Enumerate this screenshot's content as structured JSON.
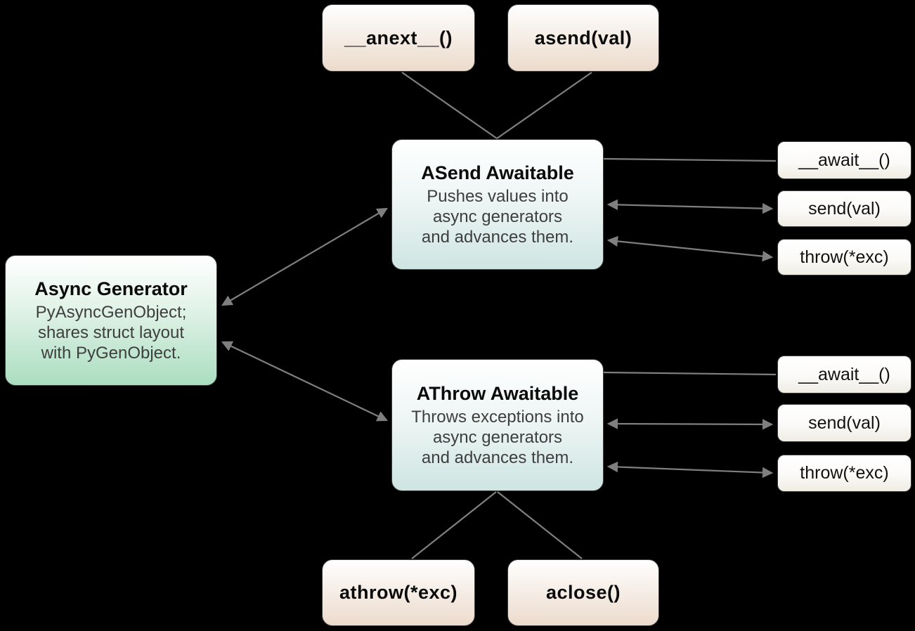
{
  "diagram": {
    "background_color": "#000000",
    "connector_color": "#7f7f7f",
    "colors": {
      "method_box_gradient_bottom": "#ecdbcc",
      "generator_box_gradient_bottom": "#abdec0",
      "awaitable_box_gradient_bottom": "#cee5e2",
      "small_box_gradient_bottom": "#efece3",
      "box_border": "#3d3d3d",
      "title_text": "#0a0a0a",
      "body_text": "#3e3e3e"
    },
    "nodes": {
      "anext_method": {
        "label": "__anext__()"
      },
      "asend_method": {
        "label": "asend(val)"
      },
      "asend_awaitable": {
        "title": "ASend Awaitable",
        "description": "Pushes values into\nasync generators\nand advances them."
      },
      "async_generator": {
        "title": "Async Generator",
        "description": "PyAsyncGenObject;\nshares struct layout\nwith PyGenObject."
      },
      "athrow_awaitable": {
        "title": "AThrow Awaitable",
        "description": "Throws exceptions into\nasync generators\nand advances them."
      },
      "athrow_method": {
        "label": "athrow(*exc)"
      },
      "aclose_method": {
        "label": "aclose()"
      },
      "asend_await_method": {
        "label": "__await__()"
      },
      "asend_send_method": {
        "label": "send(val)"
      },
      "asend_throw_method": {
        "label": "throw(*exc)"
      },
      "athrow_await_method": {
        "label": "__await__()"
      },
      "athrow_send_method": {
        "label": "send(val)"
      },
      "athrow_throw_method": {
        "label": "throw(*exc)"
      }
    },
    "connectors": [
      {
        "from": "__anext__()",
        "to": "ASend Awaitable",
        "arrows": "none"
      },
      {
        "from": "asend(val)",
        "to": "ASend Awaitable",
        "arrows": "none"
      },
      {
        "from": "Async Generator",
        "to": "ASend Awaitable",
        "arrows": "both"
      },
      {
        "from": "Async Generator",
        "to": "AThrow Awaitable",
        "arrows": "both"
      },
      {
        "from": "ASend Awaitable",
        "to": "__await__()",
        "arrows": "none"
      },
      {
        "from": "ASend Awaitable",
        "to": "send(val)",
        "arrows": "both"
      },
      {
        "from": "ASend Awaitable",
        "to": "throw(*exc)",
        "arrows": "both"
      },
      {
        "from": "AThrow Awaitable",
        "to": "__await__()",
        "arrows": "none"
      },
      {
        "from": "AThrow Awaitable",
        "to": "send(val)",
        "arrows": "both"
      },
      {
        "from": "AThrow Awaitable",
        "to": "throw(*exc)",
        "arrows": "both"
      },
      {
        "from": "AThrow Awaitable",
        "to": "athrow(*exc)",
        "arrows": "none"
      },
      {
        "from": "AThrow Awaitable",
        "to": "aclose()",
        "arrows": "none"
      }
    ]
  }
}
